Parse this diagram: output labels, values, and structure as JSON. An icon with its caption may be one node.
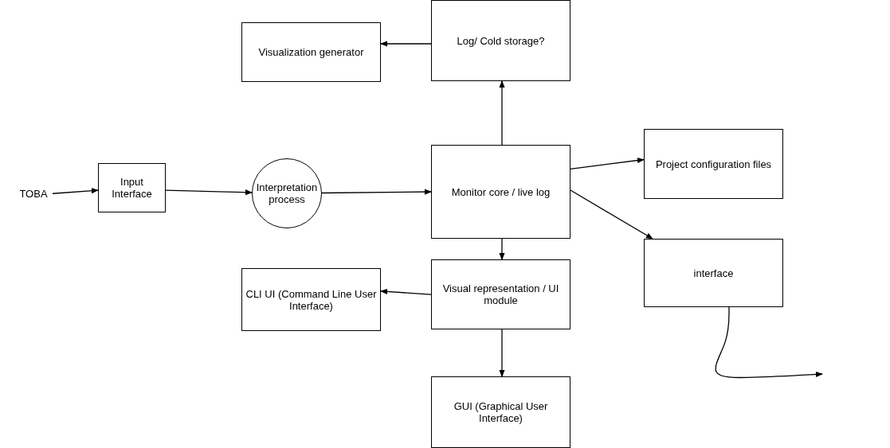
{
  "diagram": {
    "nodes": [
      {
        "text": [
          "Visualization generator"
        ]
      },
      {
        "text": [
          "Log/ Cold storage?"
        ]
      },
      {
        "text": [
          "TOBA"
        ]
      },
      {
        "text": [
          "Input Interface"
        ]
      },
      {
        "text": [
          "Interpretation process"
        ]
      },
      {
        "text": [
          "Monitor core / live log"
        ]
      },
      {
        "text": [
          "Project configuration files"
        ]
      },
      {
        "text": [
          "CLI UI (Command Line User Interface)"
        ]
      },
      {
        "text": [
          "Visual representation / UI module"
        ]
      },
      {
        "text": [
          "interface"
        ]
      },
      {
        "text": [
          "GUI (Graphical User Interface)"
        ]
      }
    ],
    "edges": [
      {
        "from": 1,
        "to": 0,
        "arrow": "to"
      },
      {
        "from": 5,
        "to": 1,
        "arrow": "to"
      },
      {
        "from": 2,
        "to": 3,
        "arrow": "to"
      },
      {
        "from": 3,
        "to": 4,
        "arrow": "to"
      },
      {
        "from": 4,
        "to": 5,
        "arrow": "to"
      },
      {
        "from": 5,
        "to": 6,
        "arrow": "to"
      },
      {
        "from": 5,
        "to": 9,
        "arrow": "to"
      },
      {
        "from": 5,
        "to": 8,
        "arrow": "to"
      },
      {
        "from": 8,
        "to": 7,
        "arrow": "to"
      },
      {
        "from": 8,
        "to": 10,
        "arrow": "to"
      },
      {
        "from": 9,
        "to": null,
        "arrow": "to"
      }
    ]
  }
}
